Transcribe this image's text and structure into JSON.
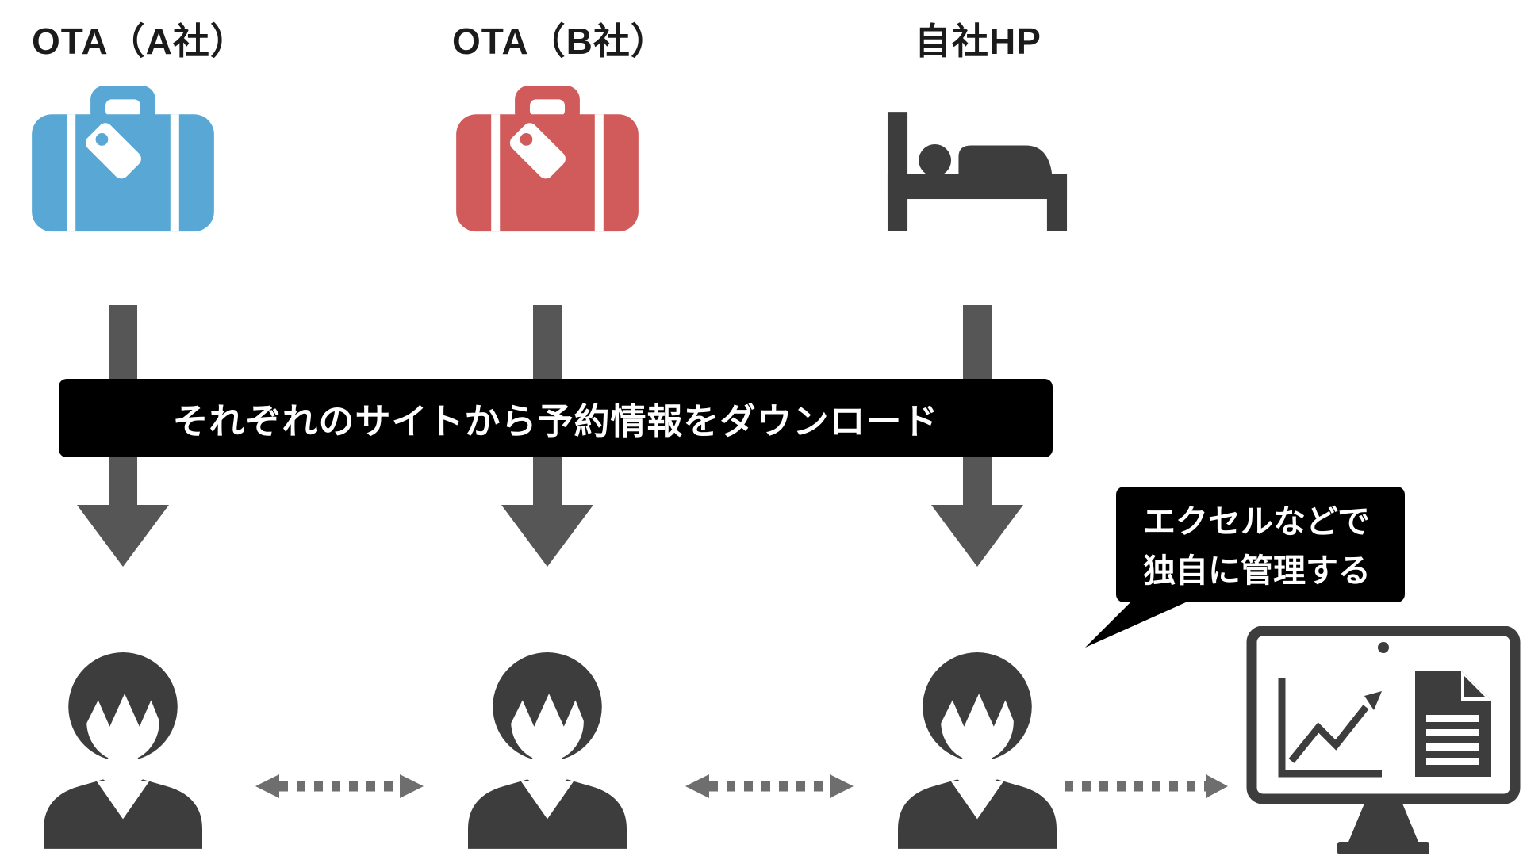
{
  "colors": {
    "ota_a_blue": "#59A7D4",
    "ota_b_red": "#D15B5B",
    "dark": "#3D3D3D",
    "arrow_gray": "#565656",
    "dotted_gray": "#6E6E6E",
    "banner_bg": "#000000",
    "banner_text": "#FFFFFF"
  },
  "columns": [
    {
      "label": "OTA（A社）",
      "icon": "suitcase-icon"
    },
    {
      "label": "OTA（B社）",
      "icon": "suitcase-icon"
    },
    {
      "label": "自社HP",
      "icon": "bed-icon"
    }
  ],
  "banner": {
    "text": "それぞれのサイトから予約情報をダウンロード"
  },
  "speech_bubble": {
    "lines": [
      "エクセルなどで",
      "独自に管理する"
    ]
  },
  "bottom_row": {
    "person_icon": "staff-person-icon",
    "monitor_icon": "monitor-chart-document-icon",
    "arrows": "dotted-double-arrows-between-staff, dotted-arrow-to-monitor"
  }
}
